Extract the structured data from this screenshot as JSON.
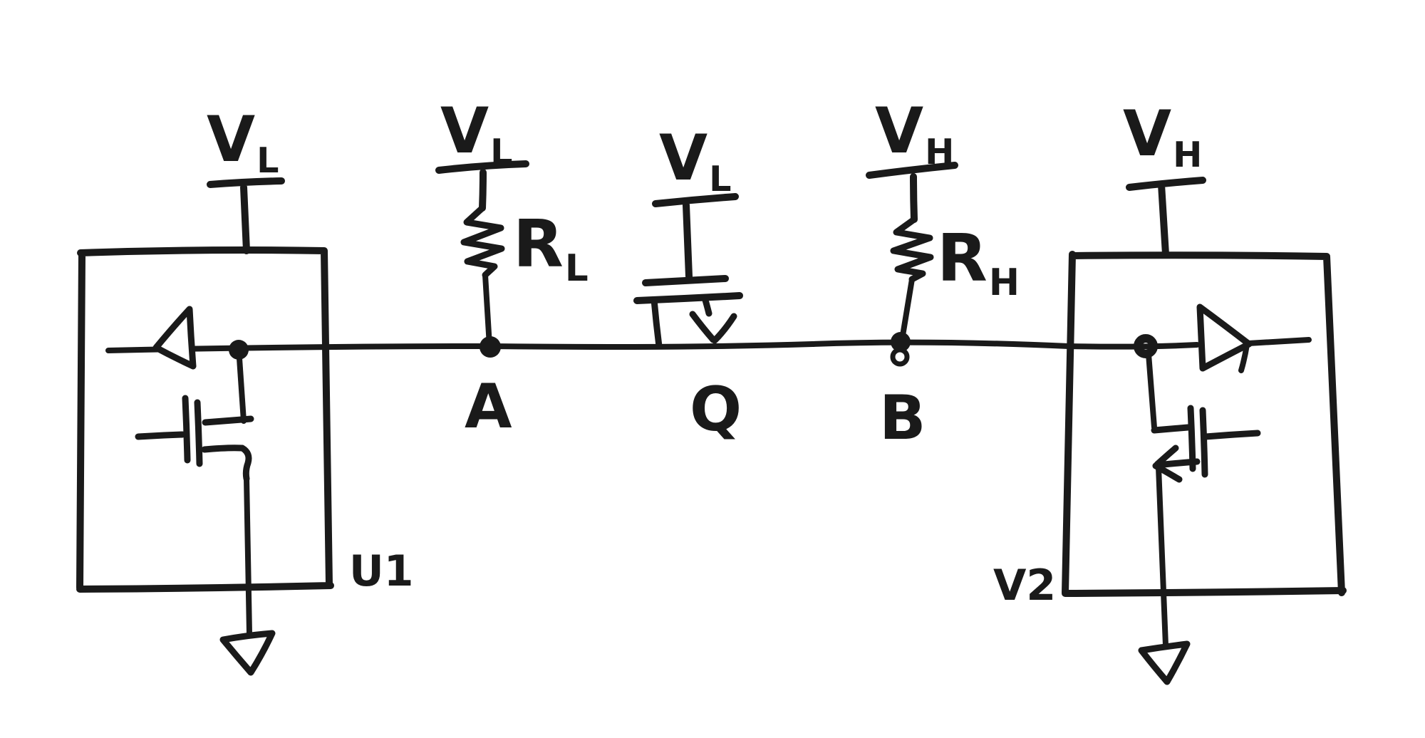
{
  "colors": {
    "ink": "#1a1a1a",
    "paper": "#ffffff"
  },
  "schematic": {
    "kind": "hand-drawn circuit schematic of a level shifter",
    "labels": {
      "vl_left_box": {
        "base": "V",
        "sub": "L"
      },
      "vl_pullup_a": {
        "base": "V",
        "sub": "L"
      },
      "vl_gate_q": {
        "base": "V",
        "sub": "L"
      },
      "vh_pullup_b": {
        "base": "V",
        "sub": "H"
      },
      "vh_right_box": {
        "base": "V",
        "sub": "H"
      },
      "r_pullup_a": {
        "base": "R",
        "sub": "L"
      },
      "r_pullup_b": {
        "base": "R",
        "sub": "H"
      },
      "node_a": "A",
      "transistor": "Q",
      "node_b": "B",
      "ic_left": "U1",
      "ic_right": "V2"
    },
    "icons": {
      "power_rail": "T-bar supply symbol",
      "resistor": "zigzag resistor",
      "ground": "downward arrow ground",
      "junction": "filled dot node",
      "buffer_left": "triangle buffer pointing left",
      "buffer_right": "triangle buffer pointing right",
      "mosfet": "MOS transistor symbol",
      "pass_transistor": "MOS pass transistor with arrow onto wire"
    }
  }
}
